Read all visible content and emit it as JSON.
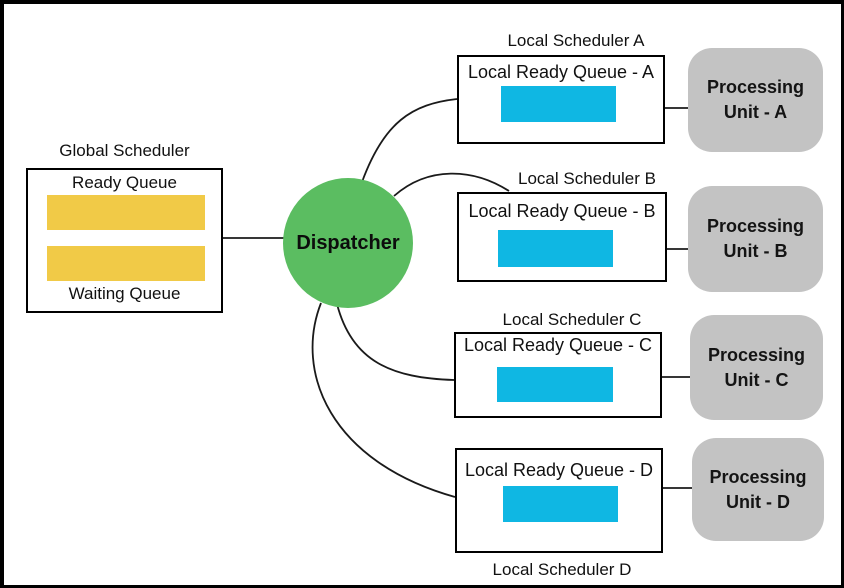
{
  "colors": {
    "queue_yellow": "#F1CA47",
    "queue_cyan": "#0FB7E3",
    "dispatcher_green": "#5BBD61",
    "processing_gray": "#C3C3C3",
    "wire_black": "#1a1a1a"
  },
  "global_scheduler": {
    "title": "Global Scheduler",
    "ready_queue_label": "Ready Queue",
    "waiting_queue_label": "Waiting Queue"
  },
  "dispatcher": {
    "label": "Dispatcher"
  },
  "local_schedulers": [
    {
      "title": "Local Scheduler A",
      "queue_label": "Local Ready Queue - A",
      "title_position": "top"
    },
    {
      "title": "Local Scheduler B",
      "queue_label": "Local Ready Queue - B",
      "title_position": "top"
    },
    {
      "title": "Local Scheduler C",
      "queue_label": "Local Ready Queue - C",
      "title_position": "top"
    },
    {
      "title": "Local Scheduler D",
      "queue_label": "Local Ready Queue - D",
      "title_position": "bottom"
    }
  ],
  "processing_units": [
    {
      "label": "Processing Unit - A"
    },
    {
      "label": "Processing Unit - B"
    },
    {
      "label": "Processing Unit - C"
    },
    {
      "label": "Processing Unit - D"
    }
  ]
}
